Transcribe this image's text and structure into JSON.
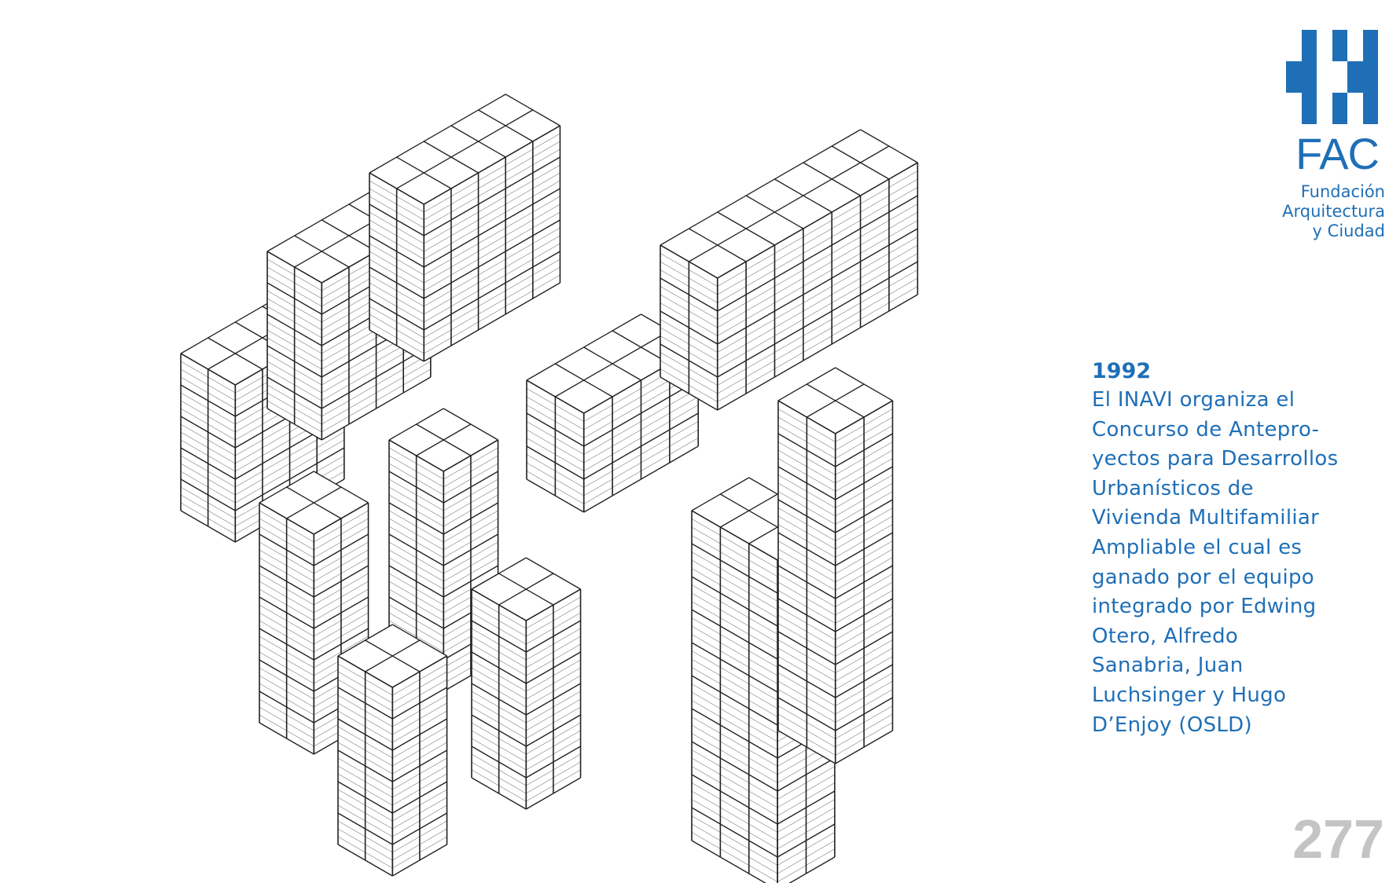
{
  "logo": {
    "acronym": "FAC",
    "name_lines": [
      "Fundación",
      "Arquitectura",
      "y Ciudad"
    ],
    "color": "#1f6fb7"
  },
  "caption": {
    "year": "1992",
    "lines": [
      "El INAVI organiza el",
      "Concurso de Antepro-",
      "yectos para Desarrollos",
      "Urbanísticos de",
      "Vivienda Multifamiliar",
      "Ampliable el cual es",
      "ganado por el equipo",
      "integrado por Edwing",
      "Otero, Alfredo",
      "Sanabria, Juan",
      "Luchsinger y Hugo",
      "D’Enjoy (OSLD)"
    ]
  },
  "page_number": "277"
}
